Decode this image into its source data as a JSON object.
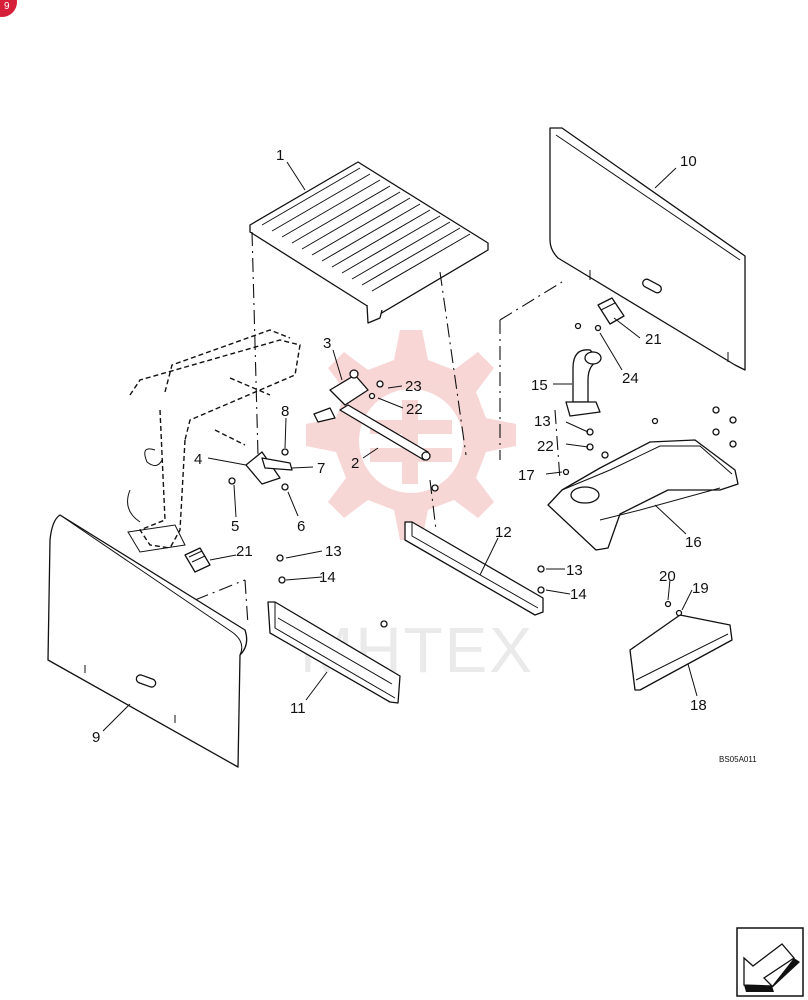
{
  "callouts": [
    {
      "id": "c1",
      "text": "1"
    },
    {
      "id": "c2",
      "text": "2"
    },
    {
      "id": "c3",
      "text": "3"
    },
    {
      "id": "c4",
      "text": "4"
    },
    {
      "id": "c5",
      "text": "5"
    },
    {
      "id": "c6",
      "text": "6"
    },
    {
      "id": "c7",
      "text": "7"
    },
    {
      "id": "c8",
      "text": "8"
    },
    {
      "id": "c9",
      "text": "9"
    },
    {
      "id": "c10",
      "text": "10"
    },
    {
      "id": "c11",
      "text": "11"
    },
    {
      "id": "c12",
      "text": "12"
    },
    {
      "id": "c13a",
      "text": "13"
    },
    {
      "id": "c13b",
      "text": "13"
    },
    {
      "id": "c13c",
      "text": "13"
    },
    {
      "id": "c14a",
      "text": "14"
    },
    {
      "id": "c14b",
      "text": "14"
    },
    {
      "id": "c15",
      "text": "15"
    },
    {
      "id": "c16",
      "text": "16"
    },
    {
      "id": "c17",
      "text": "17"
    },
    {
      "id": "c18",
      "text": "18"
    },
    {
      "id": "c19",
      "text": "19"
    },
    {
      "id": "c20",
      "text": "20"
    },
    {
      "id": "c21a",
      "text": "21"
    },
    {
      "id": "c21b",
      "text": "21"
    },
    {
      "id": "c22a",
      "text": "22"
    },
    {
      "id": "c22b",
      "text": "22"
    },
    {
      "id": "c23",
      "text": "23"
    },
    {
      "id": "c24",
      "text": "24"
    }
  ],
  "figure_code": "BS05A011",
  "watermark_text": "MHTEX",
  "corner_badge_text": "9",
  "colors": {
    "line": "#111111",
    "watermark": "#f2b5b5",
    "watermark_text": "#d9d9d9",
    "badge": "#d6203a"
  },
  "icons": {
    "nav_arrow": "arrow-icon"
  }
}
